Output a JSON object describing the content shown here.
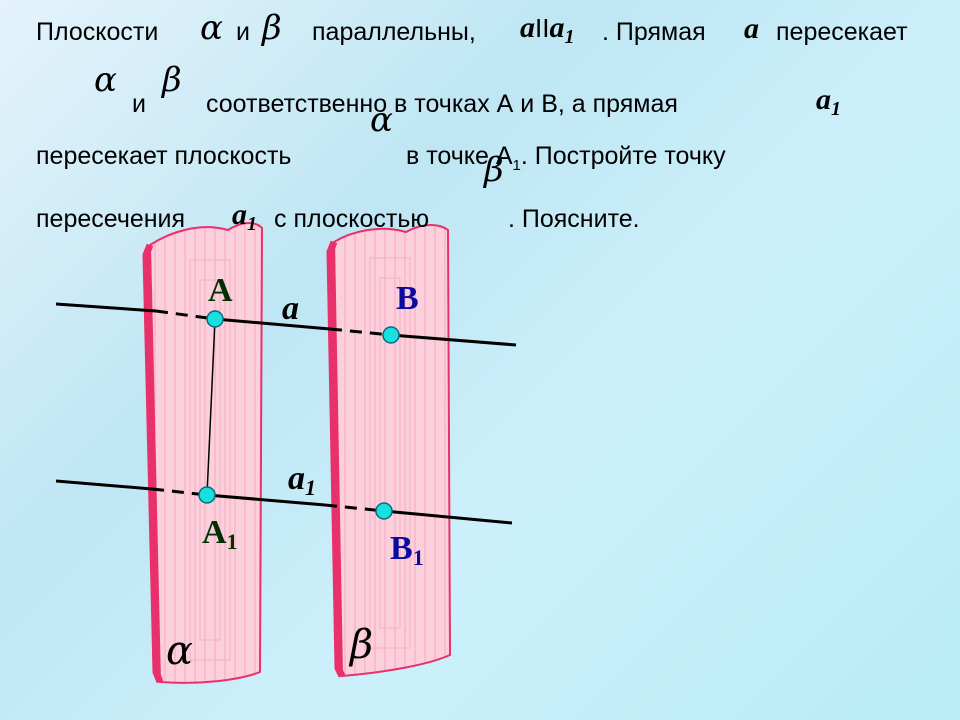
{
  "problem": {
    "l1_part1": "Плоскости",
    "l1_i": "и",
    "l1_part2": "параллельны,",
    "l1_a": "a",
    "l1_parallel": "II",
    "l1_a1": "a",
    "l1_a1_sub": "1",
    "l1_part3": ". Прямая",
    "l1_a_2": "a",
    "l1_part4": "пересекает",
    "l2_i": "и",
    "l2_text": "соответственно в точках А и В, а прямая",
    "l2_a1": "a",
    "l2_a1_sub": "1",
    "l3_text1": "пересекает плоскость",
    "l3_text2": "в точке А",
    "l3_sub": "1",
    "l3_text3": ". Постройте точку",
    "l4_text1": "пересечения",
    "l4_a1": "a",
    "l4_a1_sub": "1",
    "l4_text2": "с плоскостью",
    "l4_text3": ". Поясните."
  },
  "symbols": {
    "alpha": "α",
    "beta": "β"
  },
  "figure": {
    "point_A": "A",
    "point_B": "B",
    "point_A1": "A",
    "point_A1_sub": "1",
    "point_B1": "B",
    "point_B1_sub": "1",
    "line_a": "a",
    "line_a1": "a",
    "line_a1_sub": "1",
    "plane_alpha": "α",
    "plane_beta": "β"
  },
  "colors": {
    "plane_fill": "#f9c4d2",
    "plane_border": "#e8306a",
    "point_fill": "#18e0e0",
    "label_blue": "#0a0aa0",
    "label_green": "#003000"
  }
}
